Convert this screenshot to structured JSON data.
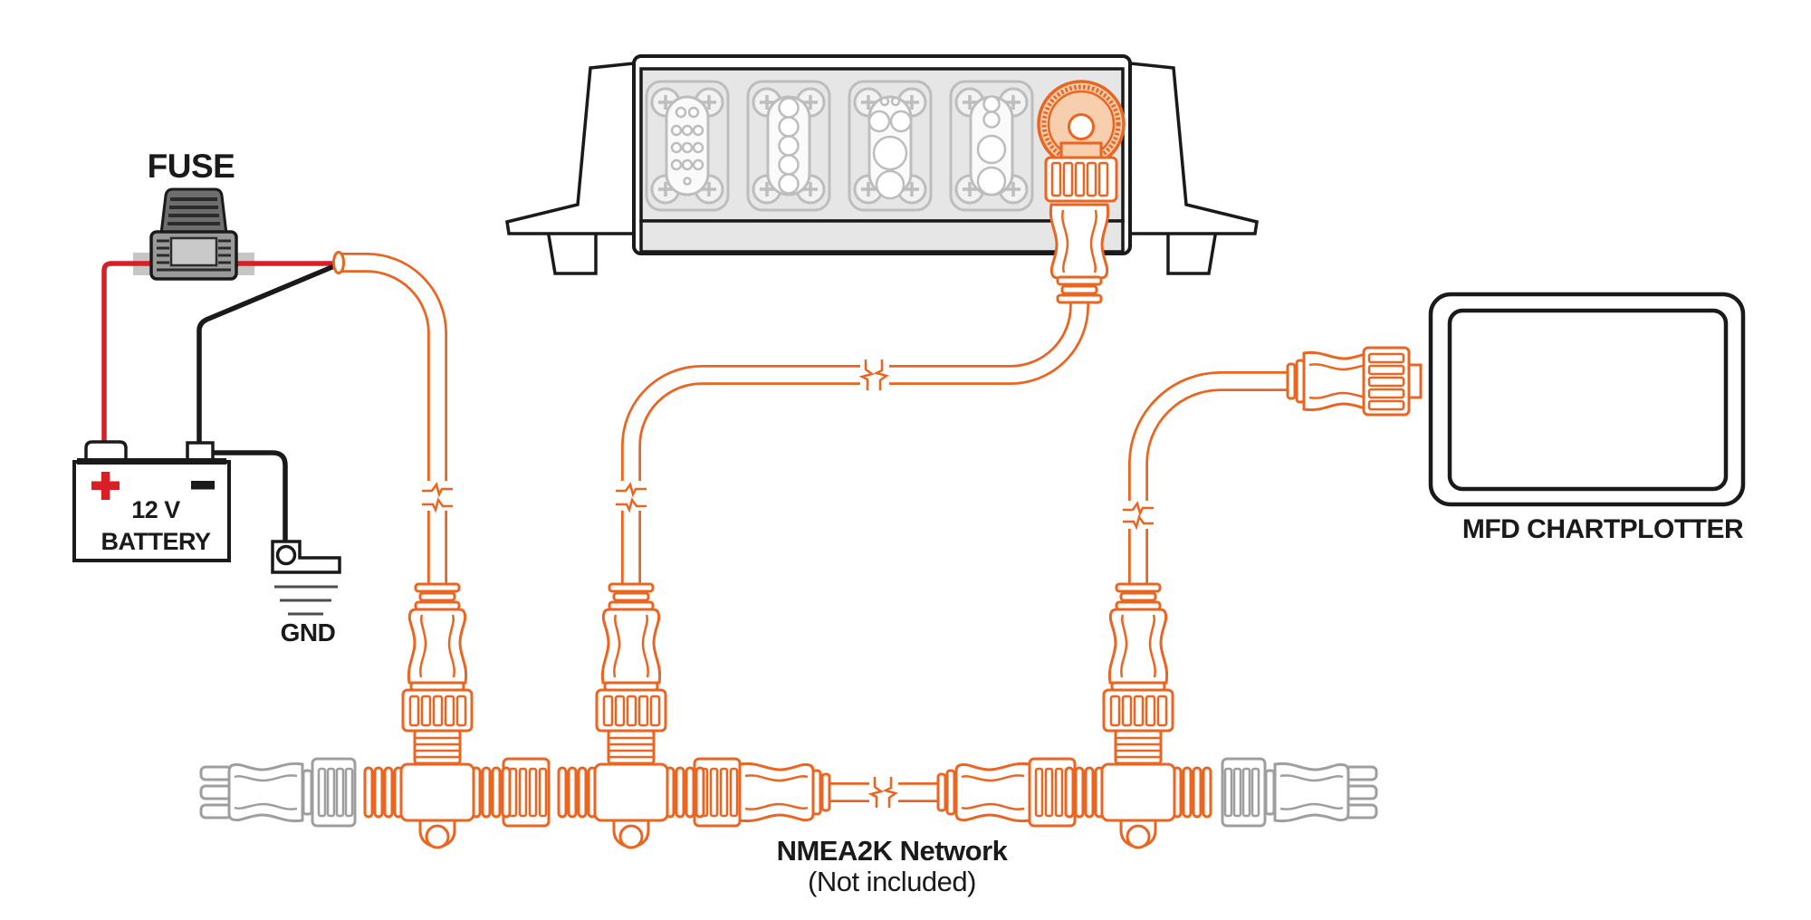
{
  "labels": {
    "fuse": "FUSE",
    "battery_voltage": "12 V",
    "battery_name": "BATTERY",
    "battery_positive_symbol": "+",
    "battery_negative_symbol": "−",
    "ground": "GND",
    "chartplotter": "MFD CHARTPLOTTER",
    "network_title": "NMEA2K Network",
    "network_note": "(Not included)"
  },
  "colors": {
    "nmea_cable_orange": "#EB6420",
    "nmea_port_fill": "#F8CFAE",
    "positive_wire_red": "#D91F26",
    "negative_wire_black": "#1A1A1A",
    "terminator_gray": "#9E9E9E",
    "device_panel_gray": "#E6E6E6",
    "device_plate_gray": "#BDBDBD"
  },
  "diagram": {
    "type": "wiring-diagram",
    "power_chain": [
      "battery-positive",
      "fuse",
      "nmea2k-power-tee"
    ],
    "ground_chain": [
      "battery-negative",
      "ground-lug"
    ],
    "network": {
      "backbone": "NMEA2K",
      "tee_connectors": 3,
      "terminators": 2,
      "drop_cables": [
        "power-cable",
        "device-cable",
        "chartplotter-cable"
      ],
      "cable_break_symbols": 5
    },
    "devices": [
      "multi-port-instrument-box",
      "mfd-chartplotter"
    ]
  }
}
